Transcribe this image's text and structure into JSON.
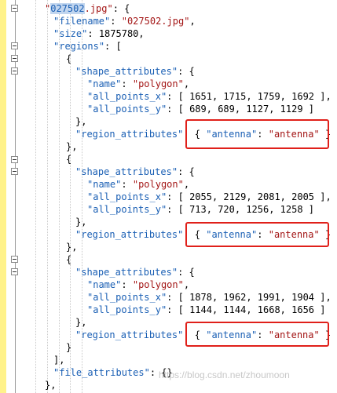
{
  "editor": {
    "highlight_color": "#e0201a",
    "selection_color": "#c2d6ef",
    "gutter_color": "#fff28a"
  },
  "code": {
    "file_key_selected": "027502",
    "file_key_rest": ".jpg",
    "filename_key": "filename",
    "filename_value": "027502.jpg",
    "size_key": "size",
    "size_value": "1875780",
    "regions_key": "regions",
    "shape_attributes_key": "shape_attributes",
    "name_key": "name",
    "name_value": "polygon",
    "all_points_x_key": "all_points_x",
    "all_points_y_key": "all_points_y",
    "region_attributes_key": "region_attributes",
    "antenna_key": "antenna",
    "antenna_value": "antenna",
    "file_attributes_key": "file_attributes",
    "regions": [
      {
        "x": "1651, 1715, 1759, 1692",
        "y": "689, 689, 1127, 1129"
      },
      {
        "x": "2055, 2129, 2081, 2005",
        "y": "713, 720, 1256, 1258"
      },
      {
        "x": "1878, 1962, 1991, 1904",
        "y": "1144, 1144, 1668, 1656"
      }
    ]
  },
  "watermark": "https://blog.csdn.net/zhoumoon"
}
